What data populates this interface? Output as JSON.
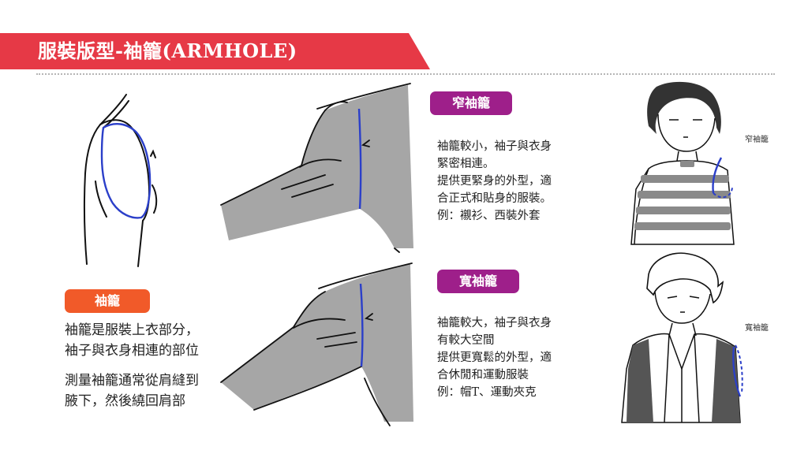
{
  "header": {
    "title": "服裝版型-袖籠(ARMHOLE)"
  },
  "definition": {
    "badge": "袖籠",
    "text_1": "袖籠是服裝上衣部分，\n袖子與衣身相連的部位",
    "text_2": "測量袖籠通常從肩縫到\n腋下，然後繞回肩部"
  },
  "narrow": {
    "badge": "窄袖籠",
    "description": "袖籠較小，袖子與衣身\n緊密相連。\n提供更緊身的外型，適\n合正式和貼身的服裝。\n例：襯衫、西裝外套",
    "figure_label": "窄袖籠"
  },
  "wide": {
    "badge": "寬袖籠",
    "description": "袖籠較大，袖子與衣身\n有較大空間\n提供更寬鬆的外型，適\n合休閒和運動服裝\n例：帽T、運動夾克",
    "figure_label": "寬袖籠"
  },
  "colors": {
    "banner": "#e63946",
    "badge_orange": "#f15a29",
    "badge_purple": "#9e1f8a",
    "armhole_line": "#2b3fc9"
  }
}
